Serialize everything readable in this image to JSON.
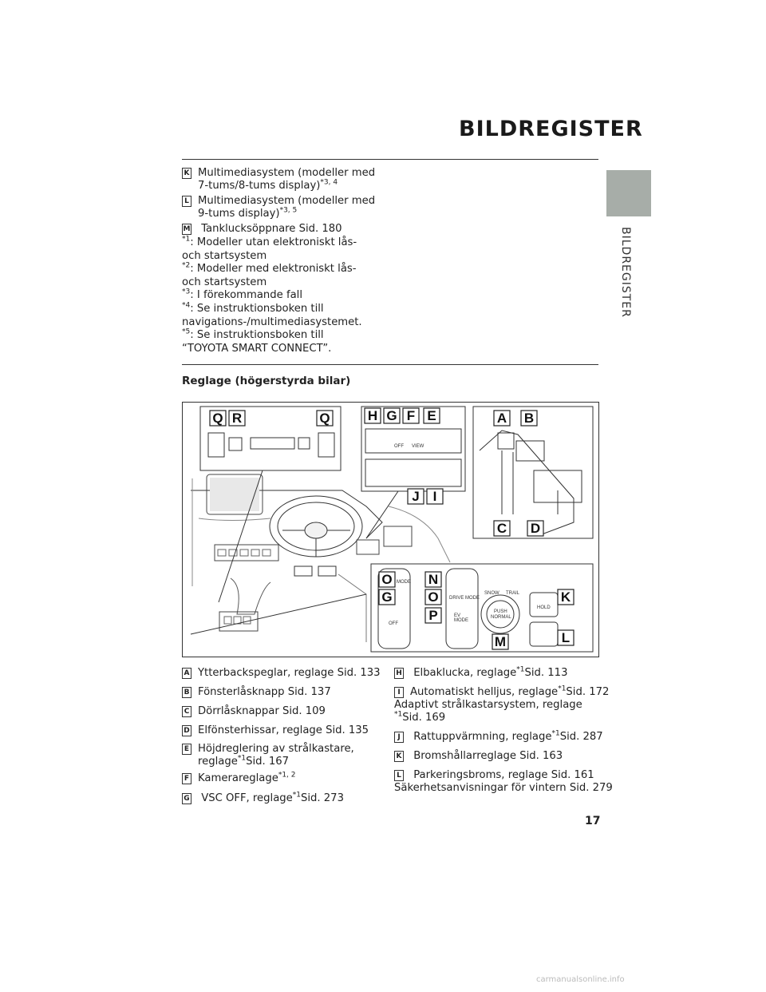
{
  "header": {
    "title": "BILDREGISTER",
    "side_tab": "BILDREGISTER"
  },
  "top_items": [
    {
      "letter": "K",
      "line1": "Multimediasystem (modeller med",
      "line2": "7-tums/8-tums display)",
      "sup": "*3, 4"
    },
    {
      "letter": "L",
      "line1": "Multimediasystem (modeller med",
      "line2": "9-tums display)",
      "sup": "*3, 5"
    },
    {
      "letter": "M",
      "line1": " Tanklucksöppnare Sid. 180"
    }
  ],
  "footnotes": [
    {
      "mark": "*1",
      "text": ": Modeller utan elektroniskt lås- och startsystem"
    },
    {
      "mark": "*2",
      "text": ": Modeller med elektroniskt lås- och startsystem"
    },
    {
      "mark": "*3",
      "text": ": I förekommande fall"
    },
    {
      "mark": "*4",
      "text": ": Se instruktionsboken till navigations-/multimediasystemet."
    },
    {
      "mark": "*5",
      "text": ": Se instruktionsboken till “TOYOTA SMART CONNECT”."
    }
  ],
  "section_title": "Reglage (högerstyrda bilar)",
  "figure": {
    "callouts": [
      "Q",
      "R",
      "Q",
      "H",
      "G",
      "F",
      "E",
      "A",
      "B",
      "J",
      "I",
      "C",
      "D",
      "O",
      "G",
      "N",
      "O",
      "P",
      "K",
      "L",
      "M"
    ],
    "panel_text": {
      "drive_mode": "DRIVE MODE",
      "snow": "SNOW",
      "trail": "TRAIL",
      "push": "PUSH",
      "normal": "NORMAL",
      "ev": "EV",
      "mode": "MODE",
      "off": "OFF",
      "view": "VIEW",
      "hold": "HOLD"
    }
  },
  "left_items": [
    {
      "letter": "A",
      "text": "Ytterbackspeglar, reglage Sid. 133"
    },
    {
      "letter": "B",
      "text": "Fönsterlåsknapp Sid. 137"
    },
    {
      "letter": "C",
      "text": "Dörrlåsknappar Sid. 109"
    },
    {
      "letter": "D",
      "text": "Elfönsterhissar, reglage Sid. 135"
    },
    {
      "letter": "E",
      "text": "Höjdreglering av strålkastare,",
      "line2": "reglage",
      "sup": "*1",
      "after": "Sid. 167"
    },
    {
      "letter": "F",
      "text": "Kamerareglage",
      "sup": "*1, 2"
    },
    {
      "letter": "G",
      "text": " VSC OFF, reglage",
      "sup": "*1",
      "after": "Sid. 273"
    }
  ],
  "right_items": [
    {
      "letter": "H",
      "text": " Elbaklucka, reglage",
      "sup": "*1",
      "after": "Sid. 113"
    },
    {
      "letter": "I",
      "text": "Automatiskt helljus, reglage",
      "sup": "*1",
      "after": "Sid. 172",
      "extra1": "Adaptivt strålkastarsystem, reglage",
      "extra2_sup": "*1",
      "extra2": "Sid. 169"
    },
    {
      "letter": "J",
      "text": " Rattuppvärmning, reglage",
      "sup": "*1",
      "after": "Sid. 287"
    },
    {
      "letter": "K",
      "text": " Bromshållarreglage Sid. 163"
    },
    {
      "letter": "L",
      "text": " Parkeringsbroms, reglage Sid. 161",
      "extra1": "Säkerhetsanvisningar för vintern Sid. 279"
    }
  ],
  "page_number": "17",
  "footer": "carmanualsonline.info"
}
